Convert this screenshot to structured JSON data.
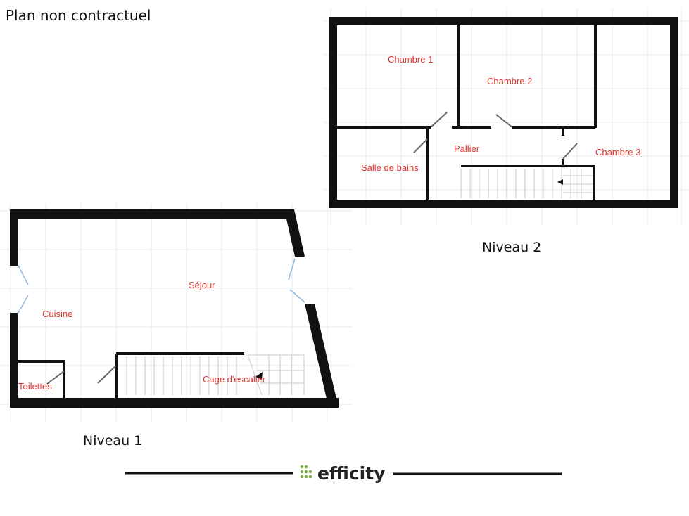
{
  "title": "Plan non contractuel",
  "levels": {
    "level1": {
      "label": "Niveau 1",
      "rooms": {
        "sejour": "Séjour",
        "cuisine": "Cuisine",
        "toilettes": "Toilettes",
        "cage": "Cage d'escalier"
      }
    },
    "level2": {
      "label": "Niveau 2",
      "rooms": {
        "chambre1": "Chambre 1",
        "chambre2": "Chambre 2",
        "chambre3": "Chambre 3",
        "salle_de_bains": "Salle de bains",
        "pallier": "Pallier"
      }
    }
  },
  "logo": {
    "text": "efficity",
    "dot_color": "#7cb342"
  },
  "colors": {
    "wall": "#111111",
    "room_label": "#e0342f",
    "grid": "#e8e8e8"
  }
}
